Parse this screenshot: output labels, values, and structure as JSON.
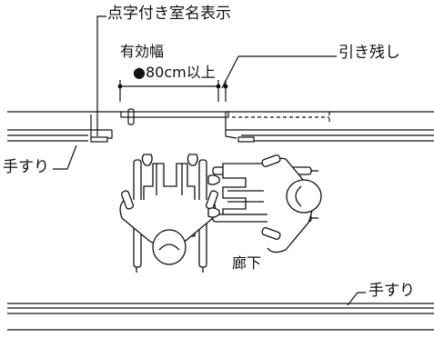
{
  "labels": {
    "braille_room_sign": "点字付き室名表示",
    "effective_width_title": "有効幅",
    "effective_width_value": "●80cm以上",
    "pull_allowance": "引き残し",
    "handrail_left": "手すり",
    "corridor": "廊下",
    "handrail_right": "手すり"
  },
  "colors": {
    "line": "#111111",
    "background": "#ffffff"
  }
}
